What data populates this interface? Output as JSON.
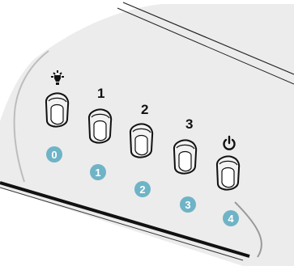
{
  "panel": {
    "buttons": [
      {
        "symbol": "light-bulb-icon",
        "label": "",
        "callout": "0"
      },
      {
        "symbol": "",
        "label": "1",
        "callout": "1"
      },
      {
        "symbol": "",
        "label": "2",
        "callout": "2"
      },
      {
        "symbol": "",
        "label": "3",
        "callout": "3"
      },
      {
        "symbol": "power-icon",
        "label": "",
        "callout": "4"
      }
    ]
  },
  "colors": {
    "panel_fill": "#ececec",
    "panel_edge": "#111111",
    "button_outline": "#111111",
    "callout_circle": "#6fb3c6",
    "callout_text": "#ffffff"
  }
}
